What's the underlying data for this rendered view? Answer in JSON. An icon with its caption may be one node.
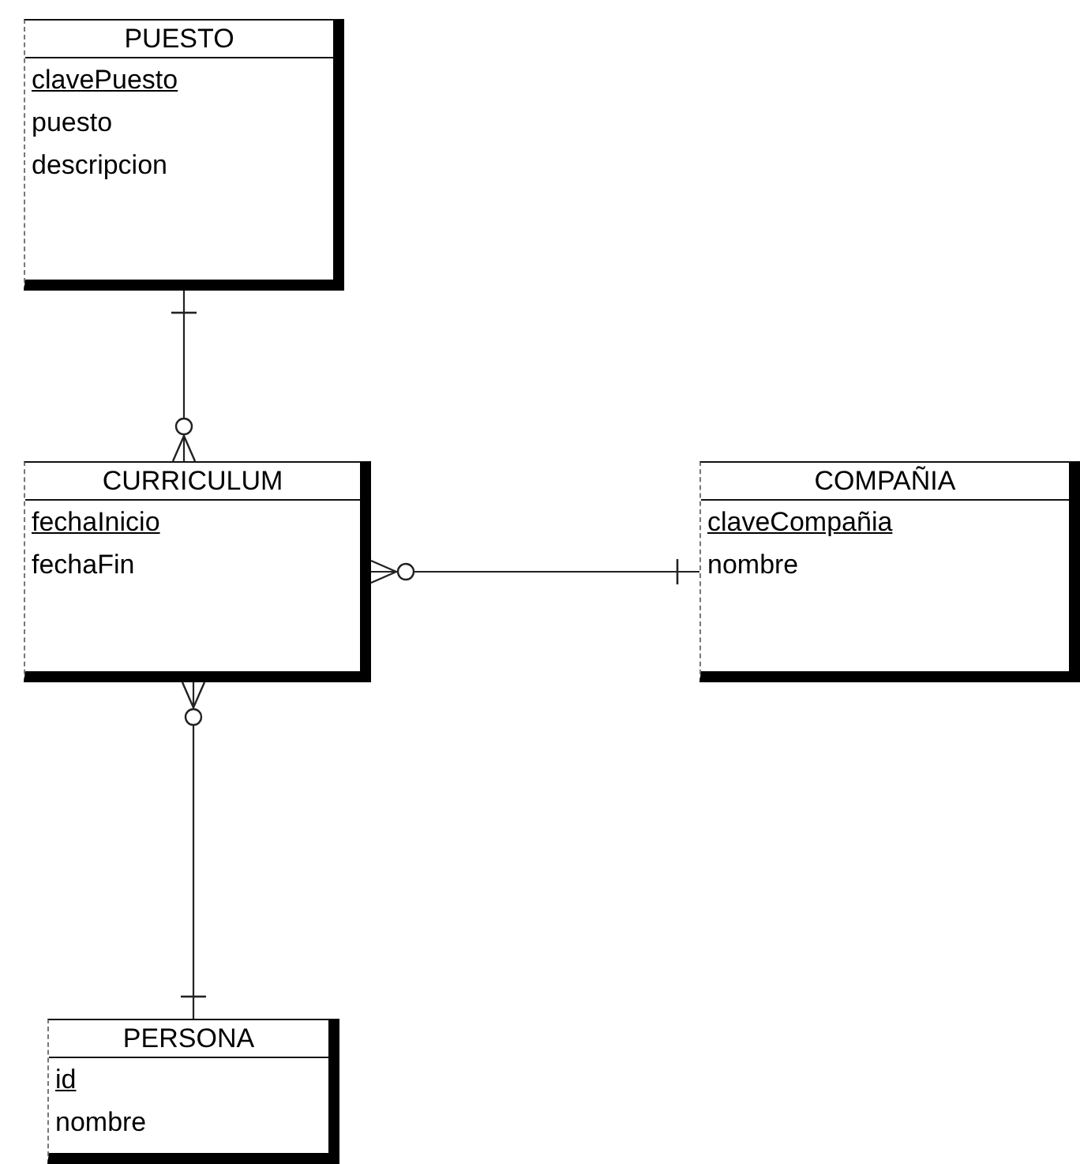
{
  "diagram": {
    "nodes": [
      {
        "text": [
          "PUESTO",
          "clavePuesto",
          "puesto",
          "descripcion"
        ]
      },
      {
        "text": [
          "CURRICULUM",
          "fechaInicio",
          "fechaFin"
        ]
      },
      {
        "text": [
          "COMPAÑIA",
          "claveCompañia",
          "nombre"
        ]
      },
      {
        "text": [
          "PERSONA",
          "id",
          "nombre"
        ]
      }
    ],
    "edges": [
      {
        "from": 0,
        "to": 1,
        "arrow": "other"
      },
      {
        "from": 2,
        "to": 1,
        "arrow": "other"
      },
      {
        "from": 3,
        "to": 1,
        "arrow": "other"
      }
    ]
  }
}
